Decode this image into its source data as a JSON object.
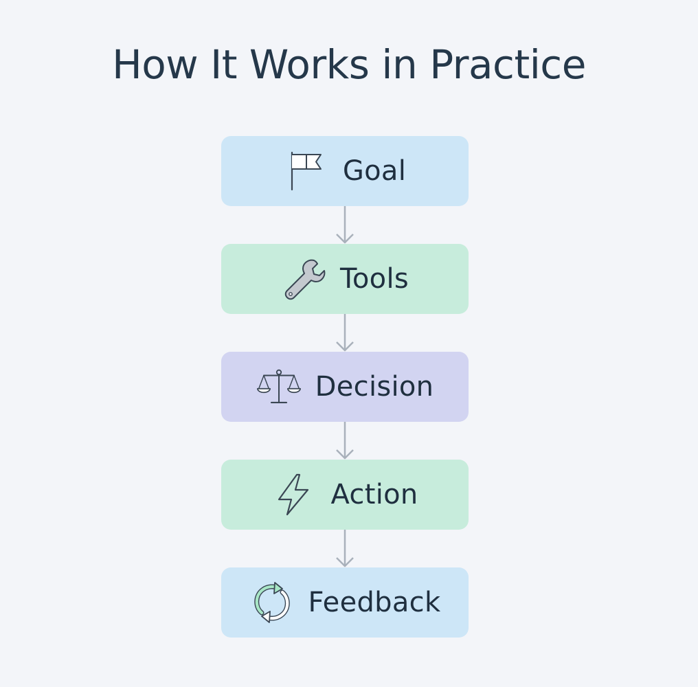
{
  "title": "How It Works in Practice",
  "steps": [
    {
      "label": "Goal",
      "icon": "flag-icon",
      "color": "#cde6f7"
    },
    {
      "label": "Tools",
      "icon": "wrench-icon",
      "color": "#c7ecdc"
    },
    {
      "label": "Decision",
      "icon": "scale-icon",
      "color": "#d2d4f1"
    },
    {
      "label": "Action",
      "icon": "lightning-icon",
      "color": "#c7ecdc"
    },
    {
      "label": "Feedback",
      "icon": "refresh-cycle-icon",
      "color": "#cde6f7"
    }
  ],
  "colors": {
    "background": "#f3f5f9",
    "arrow": "#a9b1bb",
    "text": "#1f2f3f"
  }
}
